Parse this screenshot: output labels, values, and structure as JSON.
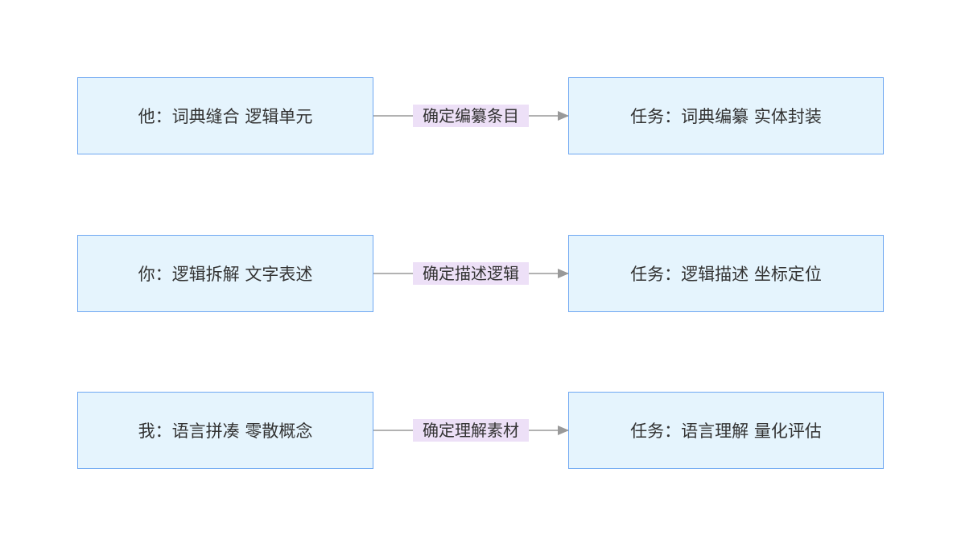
{
  "rows": [
    {
      "source": "他：词典缝合 逻辑单元",
      "edge": "确定编纂条目",
      "target": "任务：词典编纂 实体封装"
    },
    {
      "source": "你：逻辑拆解 文字表述",
      "edge": "确定描述逻辑",
      "target": "任务：逻辑描述 坐标定位"
    },
    {
      "source": "我：语言拼凑 零散概念",
      "edge": "确定理解素材",
      "target": "任务：语言理解 量化评估"
    }
  ],
  "colors": {
    "node_fill": "#e5f4fd",
    "node_border": "#6fa8f2",
    "edge_line": "#999999",
    "edge_label_fill": "#ede0f7"
  }
}
